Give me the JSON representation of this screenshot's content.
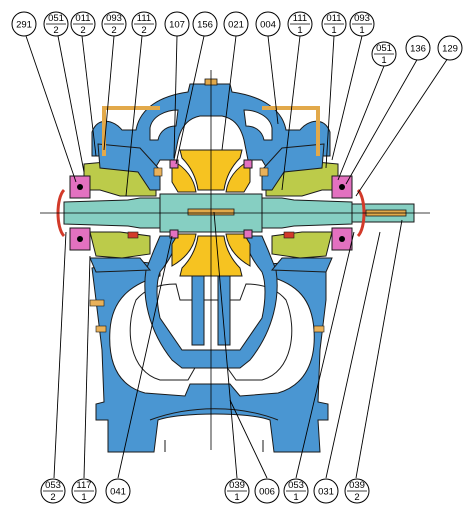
{
  "colors": {
    "casing": "#4a96d2",
    "impeller": "#f6c321",
    "shaft": "#86cfc2",
    "bearing_housing": "#bccb4a",
    "bearing": "#e371c0",
    "pipe": "#e2a94a",
    "seal_red": "#d23a2a",
    "bolt": "#e9b15a"
  },
  "labels": {
    "top": [
      {
        "id": "t1",
        "num": "291",
        "den": ""
      },
      {
        "id": "t2",
        "num": "051",
        "den": "2"
      },
      {
        "id": "t3",
        "num": "011",
        "den": "2"
      },
      {
        "id": "t4",
        "num": "093",
        "den": "2"
      },
      {
        "id": "t5",
        "num": "111",
        "den": "2"
      },
      {
        "id": "t6",
        "num": "107",
        "den": ""
      },
      {
        "id": "t7",
        "num": "156",
        "den": ""
      },
      {
        "id": "t8",
        "num": "021",
        "den": ""
      },
      {
        "id": "t9",
        "num": "004",
        "den": ""
      },
      {
        "id": "t10",
        "num": "111",
        "den": "1"
      },
      {
        "id": "t11",
        "num": "011",
        "den": "1"
      },
      {
        "id": "t12",
        "num": "093",
        "den": "1"
      },
      {
        "id": "t13",
        "num": "051",
        "den": "1"
      },
      {
        "id": "t14",
        "num": "136",
        "den": ""
      },
      {
        "id": "t15",
        "num": "129",
        "den": ""
      }
    ],
    "bottom": [
      {
        "id": "b1",
        "num": "053",
        "den": "2"
      },
      {
        "id": "b2",
        "num": "117",
        "den": "1"
      },
      {
        "id": "b3",
        "num": "041",
        "den": ""
      },
      {
        "id": "b4",
        "num": "039",
        "den": "1"
      },
      {
        "id": "b5",
        "num": "006",
        "den": ""
      },
      {
        "id": "b6",
        "num": "053",
        "den": "1"
      },
      {
        "id": "b7",
        "num": "031",
        "den": ""
      },
      {
        "id": "b8",
        "num": "039",
        "den": "2"
      }
    ]
  }
}
